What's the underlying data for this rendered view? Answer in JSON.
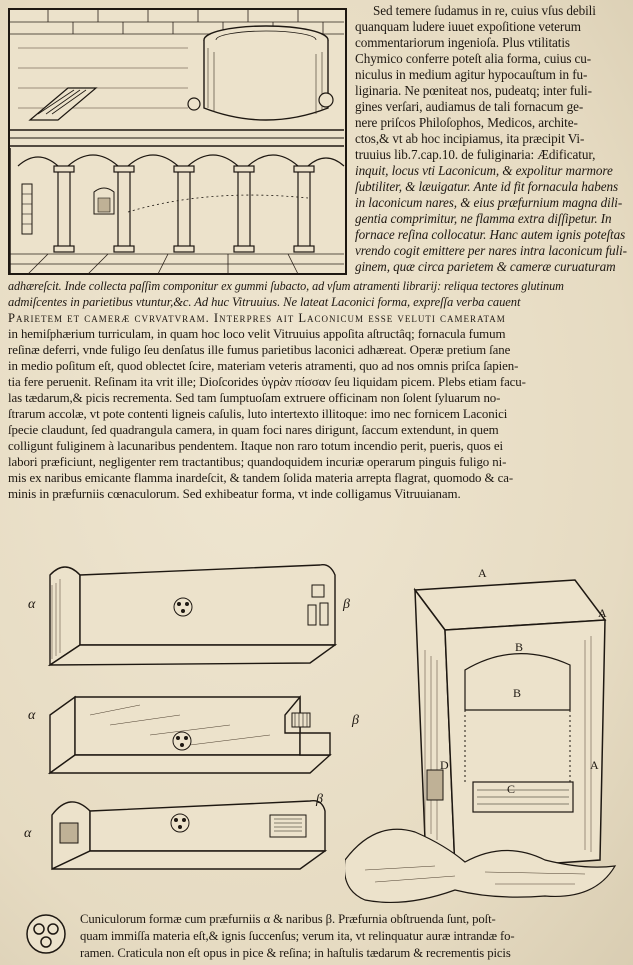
{
  "side_text": [
    "Sed temere ſudamus in re, cuius vſus debili",
    "quanquam ludere iuuet expoſitione veterum",
    "commentariorum ingenioſa. Plus vtilitatis",
    "Chymico conferre poteſt alia forma, cuius cu-",
    "niculus in medium agitur hypocauſtum in fu-",
    "liginaria. Ne pœniteat nos, pudeatq; inter fuli-",
    "gines verſari, audiamus de tali fornacum ge-",
    "nere priſcos Philoſophos, Medicos, archite-",
    "ctos,& vt ab hoc incipiamus, ita præcipit Vi-",
    "truuius lib.7.cap.10. de fuliginaria: Ædificatur,",
    "inquit, locus vti Laconicum, & expolitur marmore",
    "ſubtiliter, & læuigatur. Ante id fit fornacula habens",
    "in laconicum nares, & eius præfurnium magna dili-",
    "gentia comprimitur, ne flamma extra diſſipetur. In",
    "fornace reſina collocatur. Hanc autem ignis poteſtas",
    "vrendo cogit emittere per nares intra laconicum fuli-",
    "ginem, quæ circa parietem & cameræ curuaturam"
  ],
  "full_text": [
    "adhæreſcit. Inde collecta paſſim componitur ex gummi ſubacto, ad vſum atramenti librarij: reliqua tectores glutinum",
    "admiſcentes in parietibus vtuntur,&c. Ad huc Vitruuius. Ne lateat Laconici forma, expreſſa verba cauent",
    "Parietem et cameræ cvrvatvram. Interpres ait Laconicum eſſe veluti cameratam",
    "in hemiſphærium turriculam, in quam hoc loco velit Vitruuius appoſita aſtructâq; fornacula fumum",
    "reſinæ deferri, vnde fuligo ſeu denſatus ille fumus parietibus laconici adhæreat. Operæ pretium ſane",
    "in medio poſitum eſt, quod oblectet ſcire, materiam veteris atramenti, quo ad nos omnis priſca ſapien-",
    "tia fere peruenit. Reſinam ita vrit ille; Dioſcorides ὑγρὰν πίσσαν ſeu liquidam picem. Plebs etiam facu-",
    "las tædarum,& picis recrementa. Sed tam ſumptuoſam extruere officinam non ſolent ſyluarum no-",
    "ſtrarum accolæ, vt pote contenti ligneis caſulis, luto intertexto illitoque: imo nec fornicem Laconici",
    "ſpecie claudunt, ſed quadrangula camera, in quam foci nares dirigunt, ſaccum extendunt, in quem",
    "colligunt fuliginem à lacunaribus pendentem. Itaque non raro totum incendio perit, pueris, quos ei",
    "labori præficiunt, negligenter rem tractantibus; quandoquidem incuriæ operarum pinguis fuligo ni-",
    "mis ex naribus emicante flamma inardeſcit, & tandem ſolida materia arrepta flagrat, quomodo & ca-",
    "minis in præfurniis cœnaculorum. Sed exhibeatur forma, vt inde colligamus Vitruuianam."
  ],
  "figure_labels": {
    "alpha": "α",
    "beta": "β",
    "A": "A",
    "B": "B",
    "C": "C",
    "D": "D"
  },
  "caption": [
    "Cuniculorum formæ cum præfurniis α & naribus β. Præfurnia obſtruenda ſunt, poſt-",
    "quam immiſſa materia eſt,& ignis ſuccenſus; verum ita, vt relinquatur auræ intrandæ fo-",
    "ramen. Craticula non eſt opus in pice & reſina; in haſtulis tædarum & recrementis picis"
  ]
}
